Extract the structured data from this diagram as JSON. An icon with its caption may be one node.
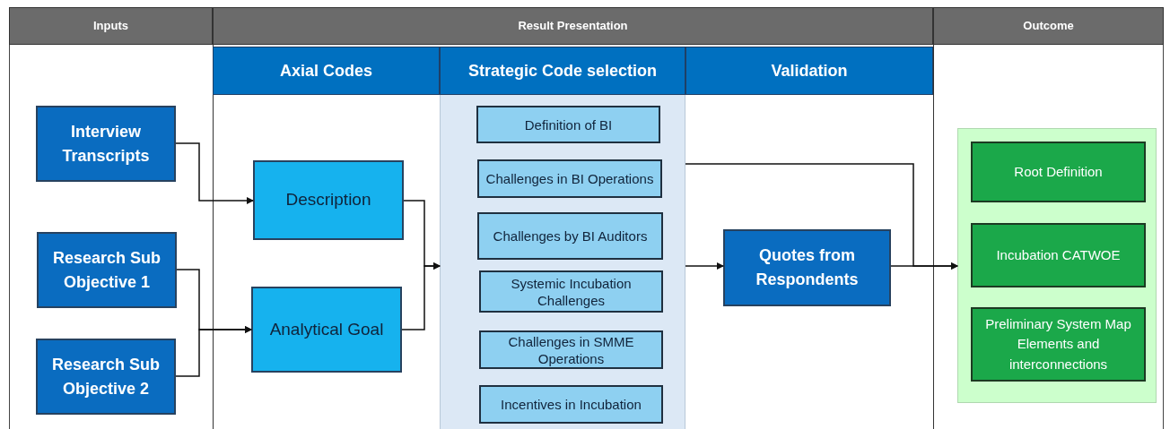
{
  "diagram": {
    "nodes": [
      {
        "text": [
          "Inputs"
        ]
      },
      {
        "text": [
          "Result Presentation"
        ]
      },
      {
        "text": [
          "Outcome"
        ]
      },
      {
        "text": [
          "Axial Codes"
        ]
      },
      {
        "text": [
          "Strategic Code selection"
        ]
      },
      {
        "text": [
          "Validation"
        ]
      },
      {
        "text": [
          "Interview Transcripts"
        ]
      },
      {
        "text": [
          "Research Sub Objective 1"
        ]
      },
      {
        "text": [
          "Research Sub Objective 2"
        ]
      },
      {
        "text": [
          "Description"
        ]
      },
      {
        "text": [
          "Analytical Goal"
        ]
      },
      {
        "text": [],
        "shape": "box"
      },
      {
        "text": [
          "Definition of BI"
        ],
        "in": 11
      },
      {
        "text": [
          "Challenges in BI Operations"
        ],
        "in": 11
      },
      {
        "text": [
          "Challenges by BI Auditors"
        ],
        "in": 11
      },
      {
        "text": [
          "Systemic Incubation Challenges"
        ],
        "in": 11
      },
      {
        "text": [
          "Challenges in SMME Operations"
        ],
        "in": 11
      },
      {
        "text": [
          "Incentives in Incubation"
        ],
        "in": 11
      },
      {
        "text": [
          "Quotes from Respondents"
        ]
      },
      {
        "text": [],
        "shape": "box"
      },
      {
        "text": [
          "Root Definition"
        ],
        "in": 19
      },
      {
        "text": [
          "Incubation CATWOE"
        ],
        "in": 19
      },
      {
        "text": [
          "Preliminary System Map Elements and interconnections"
        ],
        "in": 19
      }
    ],
    "edges": [
      {
        "from": 6,
        "to": 9,
        "arrow": "to"
      },
      {
        "from": 7,
        "to": 10,
        "arrow": "to"
      },
      {
        "from": 8,
        "to": 10,
        "arrow": "to"
      },
      {
        "from": 9,
        "to": 11,
        "arrow": "to"
      },
      {
        "from": 10,
        "to": 11,
        "arrow": "to"
      },
      {
        "from": 11,
        "to": 18,
        "arrow": "to"
      },
      {
        "from": 11,
        "to": 19,
        "arrow": "to"
      },
      {
        "from": 18,
        "to": 19,
        "arrow": "to"
      }
    ]
  }
}
